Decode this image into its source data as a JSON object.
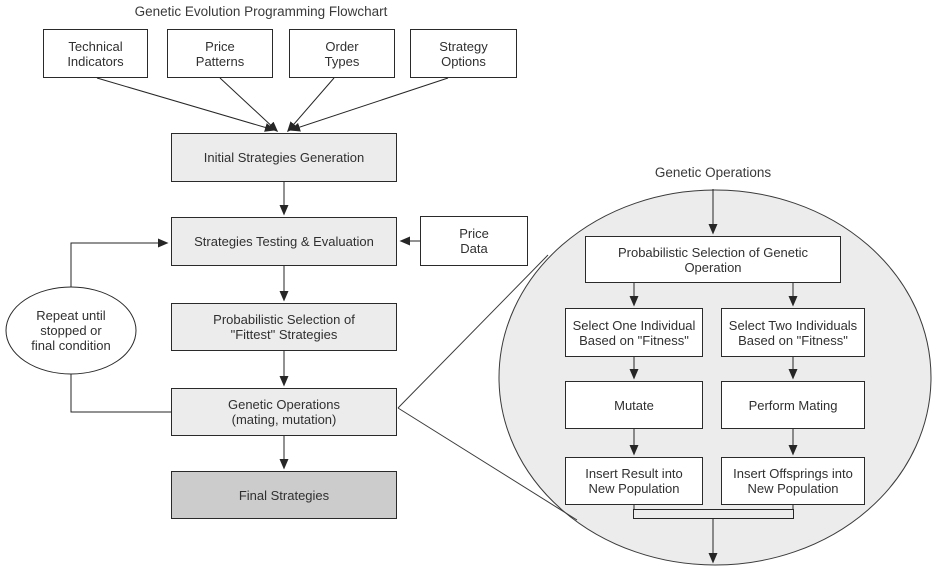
{
  "diagram_title": "Genetic Evolution Programming Flowchart",
  "inputs": {
    "technical_indicators": "Technical\nIndicators",
    "price_patterns": "Price\nPatterns",
    "order_types": "Order\nTypes",
    "strategy_options": "Strategy\nOptions"
  },
  "main_flow": {
    "initial_generation": "Initial Strategies Generation",
    "testing_evaluation": "Strategies Testing & Evaluation",
    "fittest_selection": "Probabilistic Selection of\n\"Fittest\" Strategies",
    "genetic_operations": "Genetic Operations\n(mating, mutation)",
    "final_strategies": "Final Strategies"
  },
  "price_data": "Price\nData",
  "loop_note": "Repeat until\nstopped or\nfinal condition",
  "detail": {
    "title": "Genetic Operations",
    "op_selection": "Probabilistic Selection of Genetic\nOperation",
    "select_one": "Select One Individual\nBased on \"Fitness\"",
    "select_two": "Select Two Individuals\nBased on \"Fitness\"",
    "mutate": "Mutate",
    "perform_mating": "Perform Mating",
    "insert_result": "Insert Result into\nNew Population",
    "insert_offsprings": "Insert Offsprings into\nNew Population"
  },
  "colors": {
    "box_light": "#ececec",
    "box_dark": "#cccccc",
    "box_white": "#ffffff",
    "detail_ellipse_fill": "#ececec",
    "line": "#262626"
  }
}
